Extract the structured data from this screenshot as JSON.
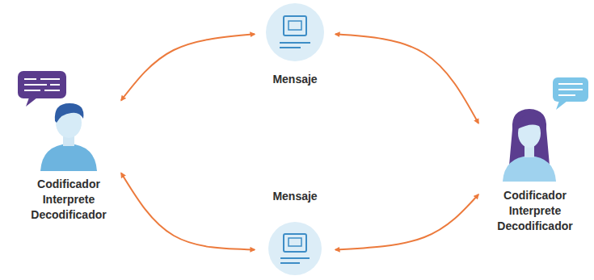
{
  "diagram": {
    "nodes": [
      {
        "text": [
          "Mensaje"
        ]
      },
      {
        "text": [
          "Codificador Interprete Decodificador"
        ]
      },
      {
        "text": [
          "Codificador Interprete Decodificador"
        ]
      },
      {
        "text": [
          "Mensaje"
        ]
      }
    ],
    "edges": [
      {
        "from": 1,
        "to": 0,
        "arrow": "both"
      },
      {
        "from": 0,
        "to": 2,
        "arrow": "both"
      },
      {
        "from": 1,
        "to": 3,
        "arrow": "both"
      },
      {
        "from": 3,
        "to": 2,
        "arrow": "both"
      }
    ]
  }
}
